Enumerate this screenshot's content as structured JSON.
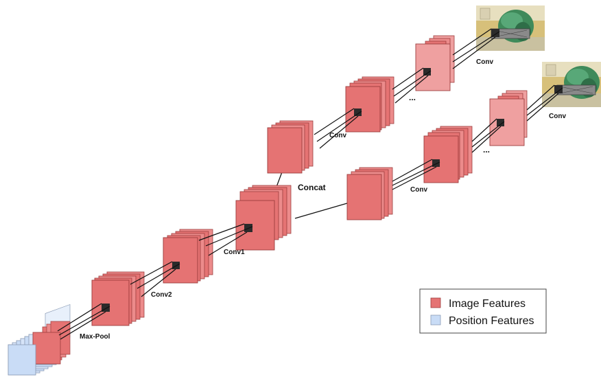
{
  "labels": {
    "max_pool": "Max-Pool",
    "conv2": "Conv2",
    "conv1": "Conv1",
    "concat": "Concat",
    "conv_upper_mid": "Conv",
    "conv_upper_top": "Conv",
    "conv_lower_mid": "Conv",
    "conv_lower_top": "Conv",
    "ellipsis_upper": "...",
    "ellipsis_lower": "..."
  },
  "legend": {
    "image_features": "Image Features",
    "position_features": "Position Features"
  },
  "colors": {
    "image_features": "#e57373",
    "image_features_back": "#ec8b8b",
    "image_features_light": "#efa0a0",
    "position_features": "#c9dcf6",
    "kernel": "#2b2b2b"
  },
  "icons": {
    "input_photo_top": "backpack-photo-icon",
    "input_photo_bottom": "backpack-photo-icon"
  }
}
